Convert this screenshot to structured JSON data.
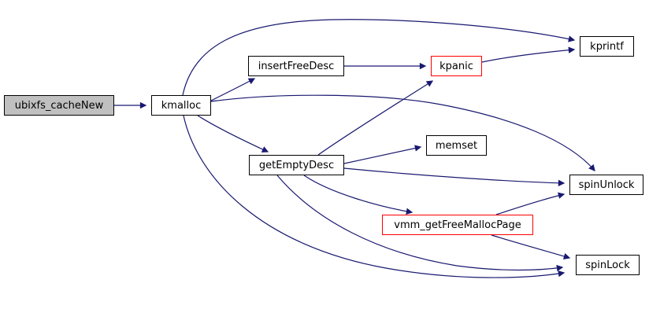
{
  "diagram": {
    "type": "call-graph",
    "background_color": "#ffffff",
    "edge_color": "#191970",
    "highlight_fill": "#c0c0c0",
    "truncated_border_color": "#ff0000",
    "node_border_color": "#000000",
    "nodes": [
      {
        "id": "ubixfs_cacheNew",
        "label": "ubixfs_cacheNew",
        "fill": "#c0c0c0",
        "border": "#000000"
      },
      {
        "id": "kmalloc",
        "label": "kmalloc",
        "fill": "#ffffff",
        "border": "#000000"
      },
      {
        "id": "insertFreeDesc",
        "label": "insertFreeDesc",
        "fill": "#ffffff",
        "border": "#000000"
      },
      {
        "id": "kpanic",
        "label": "kpanic",
        "fill": "#ffffff",
        "border": "#ff0000"
      },
      {
        "id": "kprintf",
        "label": "kprintf",
        "fill": "#ffffff",
        "border": "#000000"
      },
      {
        "id": "memset",
        "label": "memset",
        "fill": "#ffffff",
        "border": "#000000"
      },
      {
        "id": "getEmptyDesc",
        "label": "getEmptyDesc",
        "fill": "#ffffff",
        "border": "#000000"
      },
      {
        "id": "spinUnlock",
        "label": "spinUnlock",
        "fill": "#ffffff",
        "border": "#000000"
      },
      {
        "id": "vmm_getFreeMallocPage",
        "label": "vmm_getFreeMallocPage",
        "fill": "#ffffff",
        "border": "#ff0000"
      },
      {
        "id": "spinLock",
        "label": "spinLock",
        "fill": "#ffffff",
        "border": "#000000"
      }
    ],
    "edges": [
      {
        "from": "ubixfs_cacheNew",
        "to": "kmalloc"
      },
      {
        "from": "kmalloc",
        "to": "kprintf"
      },
      {
        "from": "kmalloc",
        "to": "insertFreeDesc"
      },
      {
        "from": "kmalloc",
        "to": "spinUnlock"
      },
      {
        "from": "kmalloc",
        "to": "getEmptyDesc"
      },
      {
        "from": "kmalloc",
        "to": "spinLock"
      },
      {
        "from": "insertFreeDesc",
        "to": "kpanic"
      },
      {
        "from": "kpanic",
        "to": "kprintf"
      },
      {
        "from": "getEmptyDesc",
        "to": "kpanic"
      },
      {
        "from": "getEmptyDesc",
        "to": "memset"
      },
      {
        "from": "getEmptyDesc",
        "to": "spinUnlock"
      },
      {
        "from": "getEmptyDesc",
        "to": "vmm_getFreeMallocPage"
      },
      {
        "from": "getEmptyDesc",
        "to": "spinLock"
      },
      {
        "from": "vmm_getFreeMallocPage",
        "to": "spinUnlock"
      },
      {
        "from": "vmm_getFreeMallocPage",
        "to": "spinLock"
      }
    ]
  }
}
